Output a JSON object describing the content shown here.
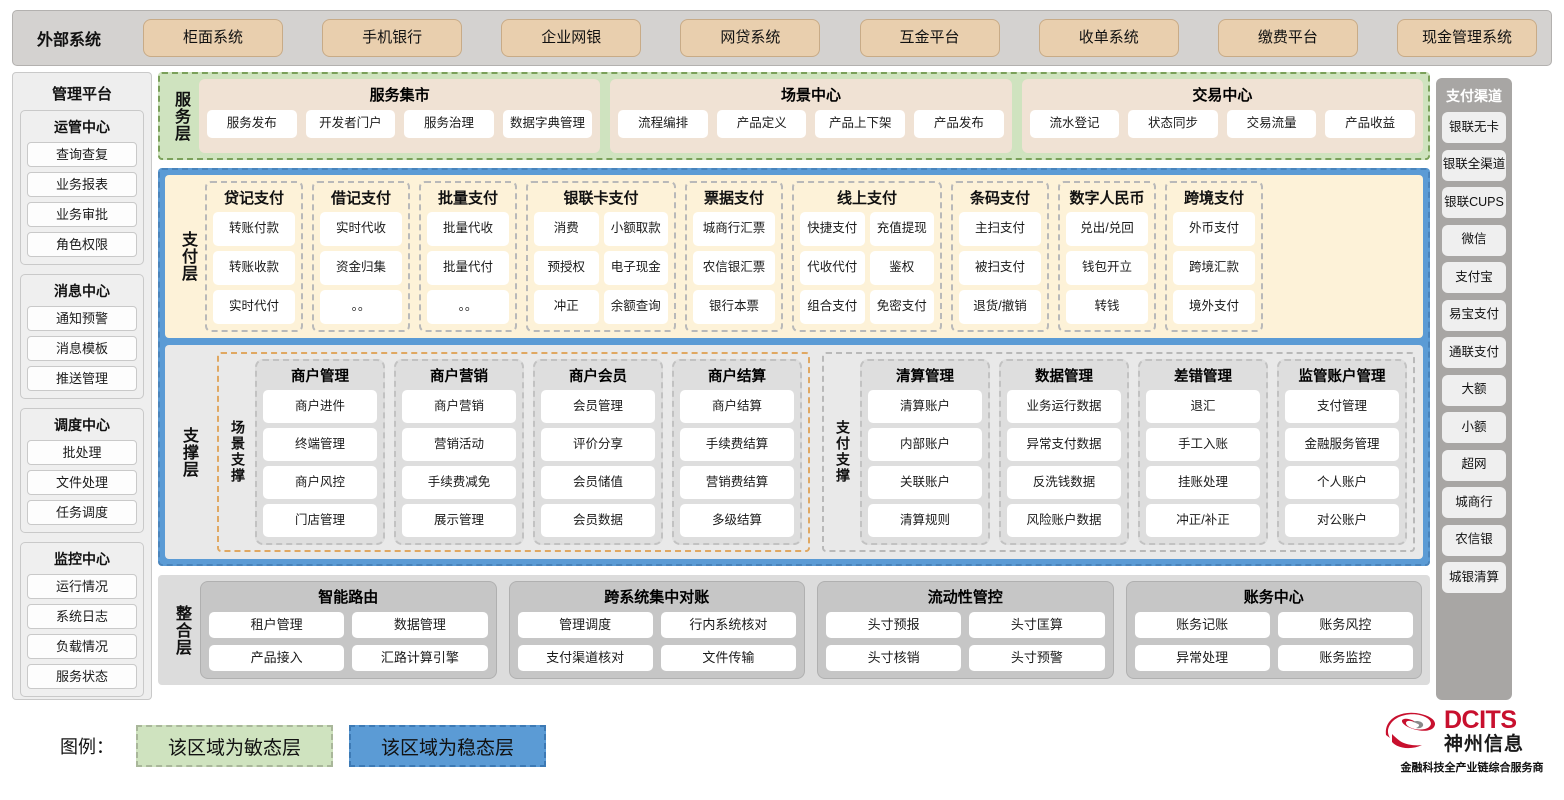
{
  "external": {
    "title": "外部系统",
    "items": [
      "柜面系统",
      "手机银行",
      "企业网银",
      "网贷系统",
      "互金平台",
      "收单系统",
      "缴费平台",
      "现金管理系统"
    ]
  },
  "left_sidebar": {
    "title": "管理平台",
    "groups": [
      {
        "title": "运管中心",
        "items": [
          "查询查复",
          "业务报表",
          "业务审批",
          "角色权限"
        ]
      },
      {
        "title": "消息中心",
        "items": [
          "通知预警",
          "消息模板",
          "推送管理"
        ]
      },
      {
        "title": "调度中心",
        "items": [
          "批处理",
          "文件处理",
          "任务调度"
        ]
      },
      {
        "title": "监控中心",
        "items": [
          "运行情况",
          "系统日志",
          "负载情况",
          "服务状态"
        ]
      }
    ]
  },
  "right_sidebar": {
    "title": "支付渠道",
    "items": [
      "银联无卡",
      "银联全渠道",
      "银联CUPS",
      "微信",
      "支付宝",
      "易宝支付",
      "通联支付",
      "大额",
      "小额",
      "超网",
      "城商行",
      "农信银",
      "城银清算"
    ]
  },
  "service_layer": {
    "label": "服务层",
    "cards": [
      {
        "title": "服务集市",
        "items": [
          "服务发布",
          "开发者门户",
          "服务治理",
          "数据字典管理"
        ]
      },
      {
        "title": "场景中心",
        "items": [
          "流程编排",
          "产品定义",
          "产品上下架",
          "产品发布"
        ]
      },
      {
        "title": "交易中心",
        "items": [
          "流水登记",
          "状态同步",
          "交易流量",
          "产品收益"
        ]
      }
    ]
  },
  "payment_layer": {
    "label": "支付层",
    "cards": [
      {
        "title": "贷记支付",
        "cols": 1,
        "items": [
          "转账付款",
          "转账收款",
          "实时代付"
        ]
      },
      {
        "title": "借记支付",
        "cols": 1,
        "items": [
          "实时代收",
          "资金归集",
          "。。"
        ]
      },
      {
        "title": "批量支付",
        "cols": 1,
        "items": [
          "批量代收",
          "批量代付",
          "。。"
        ]
      },
      {
        "title": "银联卡支付",
        "cols": 2,
        "items": [
          "消费",
          "小额取款",
          "预授权",
          "电子现金",
          "冲正",
          "余额查询"
        ]
      },
      {
        "title": "票据支付",
        "cols": 1,
        "items": [
          "城商行汇票",
          "农信银汇票",
          "银行本票"
        ]
      },
      {
        "title": "线上支付",
        "cols": 2,
        "items": [
          "快捷支付",
          "充值提现",
          "代收代付",
          "鉴权",
          "组合支付",
          "免密支付"
        ]
      },
      {
        "title": "条码支付",
        "cols": 1,
        "items": [
          "主扫支付",
          "被扫支付",
          "退货/撤销"
        ]
      },
      {
        "title": "数字人民币",
        "cols": 1,
        "items": [
          "兑出/兑回",
          "钱包开立",
          "转钱"
        ]
      },
      {
        "title": "跨境支付",
        "cols": 1,
        "items": [
          "外币支付",
          "跨境汇款",
          "境外支付"
        ]
      }
    ]
  },
  "support_layer": {
    "label": "支撑层",
    "blocks": [
      {
        "label": "场景支撑",
        "cards": [
          {
            "title": "商户管理",
            "items": [
              "商户进件",
              "终端管理",
              "商户风控",
              "门店管理"
            ]
          },
          {
            "title": "商户营销",
            "items": [
              "商户营销",
              "营销活动",
              "手续费减免",
              "展示管理"
            ]
          },
          {
            "title": "商户会员",
            "items": [
              "会员管理",
              "评价分享",
              "会员储值",
              "会员数据"
            ]
          },
          {
            "title": "商户结算",
            "items": [
              "商户结算",
              "手续费结算",
              "营销费结算",
              "多级结算"
            ]
          }
        ]
      },
      {
        "label": "支付支撑",
        "cards": [
          {
            "title": "清算管理",
            "items": [
              "清算账户",
              "内部账户",
              "关联账户",
              "清算规则"
            ]
          },
          {
            "title": "数据管理",
            "items": [
              "业务运行数据",
              "异常支付数据",
              "反洗钱数据",
              "风险账户数据"
            ]
          },
          {
            "title": "差错管理",
            "items": [
              "退汇",
              "手工入账",
              "挂账处理",
              "冲正/补正"
            ]
          },
          {
            "title": "监管账户管理",
            "items": [
              "支付管理",
              "金融服务管理",
              "个人账户",
              "对公账户"
            ]
          }
        ]
      }
    ]
  },
  "integration_layer": {
    "label": "整合层",
    "cards": [
      {
        "title": "智能路由",
        "items": [
          "租户管理",
          "数据管理",
          "产品接入",
          "汇路计算引擎"
        ]
      },
      {
        "title": "跨系统集中对账",
        "items": [
          "管理调度",
          "行内系统核对",
          "支付渠道核对",
          "文件传输"
        ]
      },
      {
        "title": "流动性管控",
        "items": [
          "头寸预报",
          "头寸匡算",
          "头寸核销",
          "头寸预警"
        ]
      },
      {
        "title": "账务中心",
        "items": [
          "账务记账",
          "账务风控",
          "异常处理",
          "账务监控"
        ]
      }
    ]
  },
  "legend": {
    "label": "图例：",
    "agile": "该区域为敏态层",
    "stable": "该区域为稳态层",
    "agile_color": "#cfe3bf",
    "stable_color": "#5b9bd5"
  },
  "logo": {
    "brand": "DCITS",
    "brand_cn": "神州信息",
    "tagline": "金融科技全产业链综合服务商",
    "brand_color": "#c8102e"
  }
}
